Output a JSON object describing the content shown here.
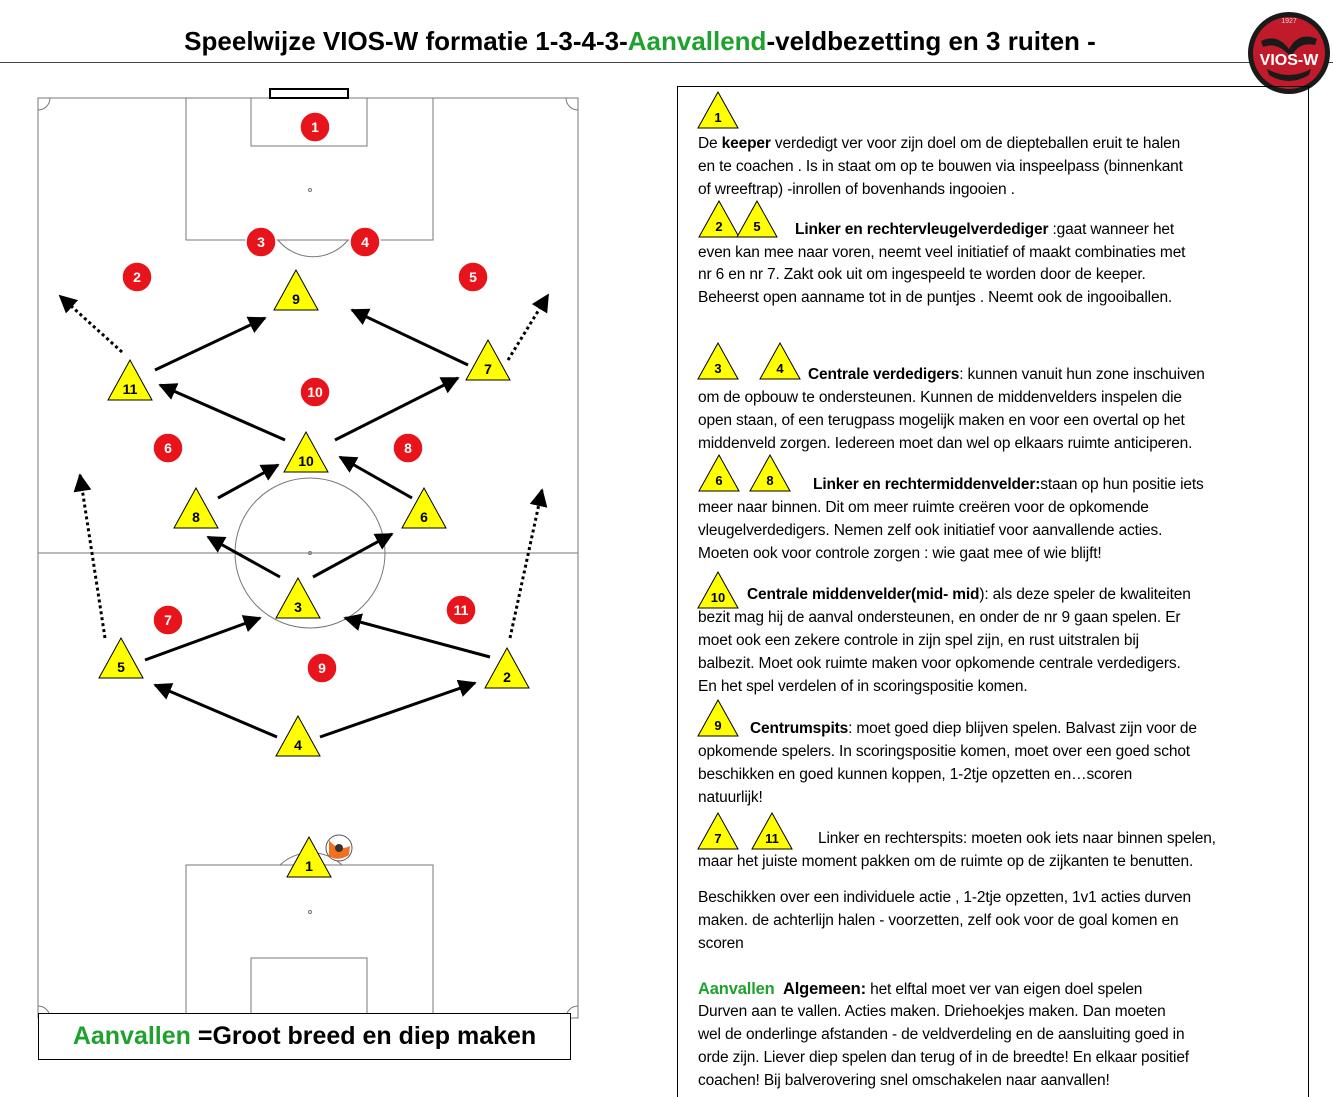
{
  "header": {
    "title_part1": "Speelwijze VIOS-W formatie 1-3-4-3-",
    "title_highlight": "Aanvallend",
    "title_part2": "-veldbezetting en 3 ruiten -",
    "logo_year": "1927",
    "logo_text": "VIOS-W"
  },
  "colors": {
    "accent_green": "#1fa12e",
    "opponent_red": "#e8141b",
    "player_yellow": "#ffff00",
    "logo_red": "#c01a2b"
  },
  "pitch": {
    "opponents": [
      "1",
      "3",
      "4",
      "2",
      "5",
      "10",
      "6",
      "8",
      "7",
      "11",
      "9"
    ],
    "players": [
      "9",
      "11",
      "7",
      "10",
      "8",
      "6",
      "3",
      "5",
      "2",
      "4",
      "1"
    ]
  },
  "slogan": {
    "highlight": "Aanvallen",
    "rest": "=Groot  breed en diep maken"
  },
  "panel": {
    "keeper": {
      "badge": "1",
      "bold": "keeper",
      "pre": "De ",
      "line1_rest": " verdedigt ver voor zijn doel om de diepteballen eruit te halen",
      "line2": "en te coachen . Is in staat om op te bouwen via inspeelpass (binnenkant",
      "line3": "of wreeftrap) -inrollen  of bovenhands ingooien ."
    },
    "wingbacks": {
      "badges": [
        "2",
        "5"
      ],
      "bold": "Linker en rechtervleugelverdediger",
      "line1_rest": " :gaat wanneer het",
      "line2": "even kan mee naar voren, neemt veel initiatief of maakt combinaties met",
      "line3": "nr 6 en nr 7. Zakt ook uit om  ingespeeld te worden door de keeper.",
      "line4": "Beheerst open aanname tot in de puntjes . Neemt ook de ingooiballen."
    },
    "centerbacks": {
      "badges": [
        "3",
        "4"
      ],
      "bold": "Centrale verdedigers",
      "line1_rest": ": kunnen vanuit hun zone inschuiven",
      "line2": "om de opbouw te ondersteunen. Kunnen de middenvelders inspelen die",
      "line3": "open staan, of een terugpass mogelijk maken en voor een overtal op het",
      "line4": "middenveld zorgen. Iedereen moet dan wel op elkaars ruimte anticiperen."
    },
    "midfielders": {
      "badges": [
        "6",
        "8"
      ],
      "bold": "Linker en rechtermiddenvelder:",
      "line1_rest": "staan op hun positie iets",
      "line2": "meer naar binnen. Dit om meer ruimte creëren voor de opkomende",
      "line3": "vleugelverdedigers. Nemen zelf ook initiatief voor aanvallende acties.",
      "line4": "Moeten ook voor controle zorgen : wie gaat mee of wie blijft!"
    },
    "midmid": {
      "badge": "10",
      "bold": "Centrale middenvelder(mid- mid",
      "line1_rest": "):  als deze speler de kwaliteiten",
      "line2": "bezit mag hij de aanval ondersteunen, en onder de nr 9 gaan spelen. Er",
      "line3": "moet  ook een zekere controle in zijn spel zijn,  en rust uitstralen bij",
      "line4": "balbezit. Moet ook ruimte maken voor opkomende centrale verdedigers.",
      "line5": "En het spel verdelen of in scoringspositie komen."
    },
    "striker": {
      "badge": "9",
      "bold": "Centrumspits",
      "line1_rest": ": moet goed diep blijven spelen. Balvast zijn voor de",
      "line2": "opkomende spelers. In scoringspositie komen, moet over een goed schot",
      "line3": "beschikken en goed kunnen koppen,  1-2tje opzetten en…scoren",
      "line4": "natuurlijk!"
    },
    "wingers": {
      "badges": [
        "7",
        "11"
      ],
      "line1_rest": "Linker en rechterspits: moeten ook iets naar binnen spelen,",
      "line2": "maar het juiste moment pakken om de ruimte op de zijkanten te benutten.",
      "line3": "Beschikken over een individuele actie , 1-2tje opzetten, 1v1 acties durven",
      "line4": "maken. de achterlijn halen - voorzetten, zelf ook voor de goal komen en",
      "line5": "scoren"
    },
    "general": {
      "green": "Aanvallen",
      "bold": "Algemeen:",
      "line1_rest": " het elftal moet ver van eigen doel spelen",
      "line2": "Durven aan te vallen. Acties  maken. Driehoekjes maken. Dan moeten",
      "line3": "wel de onderlinge afstanden  - de veldverdeling en de aansluiting goed in",
      "line4": "orde zijn.  Liever diep spelen dan terug of in de breedte! En elkaar positief",
      "line5": "coachen! Bij balverovering snel omschakelen naar aanvallen!"
    }
  }
}
